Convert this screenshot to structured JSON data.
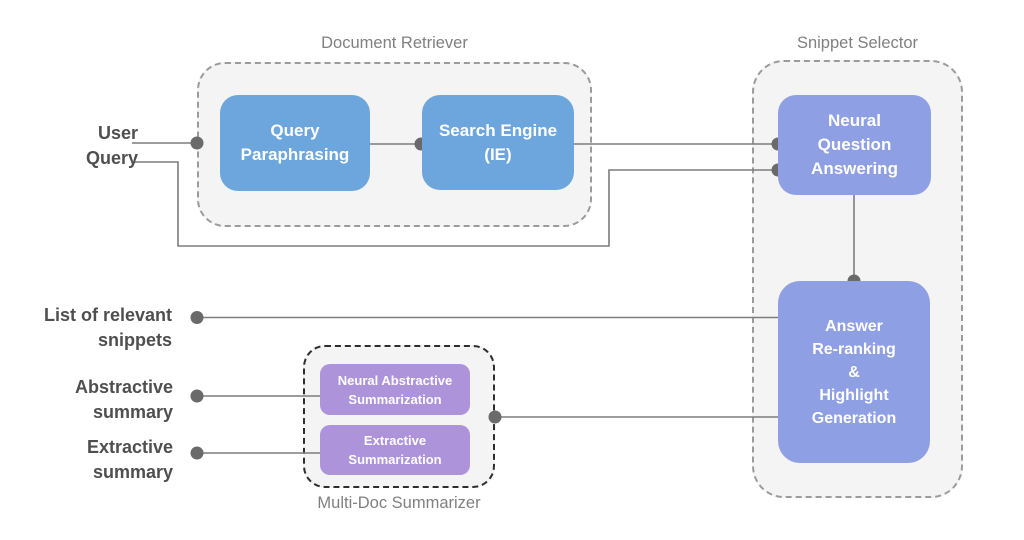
{
  "groups": {
    "document_retriever": {
      "title": "Document Retriever"
    },
    "snippet_selector": {
      "title": "Snippet Selector"
    },
    "multi_doc_summarizer": {
      "title": "Multi-Doc Summarizer"
    }
  },
  "nodes": {
    "query_paraphrasing": {
      "label": "Query\nParaphrasing"
    },
    "search_engine": {
      "label": "Search Engine\n(IE)"
    },
    "neural_question_answering": {
      "label": "Neural\nQuestion\nAnswering"
    },
    "answer_reranking": {
      "label": "Answer\nRe-ranking\n&\nHighlight\nGeneration"
    },
    "neural_abstractive_summarization": {
      "label": "Neural Abstractive\nSummarization"
    },
    "extractive_summarization": {
      "label": "Extractive\nSummarization"
    }
  },
  "io_labels": {
    "user_query": "User\nQuery",
    "list_of_relevant_snippets": "List of relevant\nsnippets",
    "abstractive_summary": "Abstractive\nsummary",
    "extractive_summary": "Extractive\nsummary"
  },
  "connections": [
    {
      "from": "user-query",
      "to": "document-retriever"
    },
    {
      "from": "user-query",
      "to": "neural-question-answering"
    },
    {
      "from": "query-paraphrasing",
      "to": "search-engine"
    },
    {
      "from": "search-engine",
      "to": "neural-question-answering"
    },
    {
      "from": "neural-question-answering",
      "to": "answer-reranking"
    },
    {
      "from": "list-of-relevant-snippets",
      "to": "answer-reranking"
    },
    {
      "from": "answer-reranking",
      "to": "multi-doc-summarizer"
    },
    {
      "from": "neural-abstractive-summarization",
      "to": "abstractive-summary"
    },
    {
      "from": "extractive-summarization",
      "to": "extractive-summary"
    }
  ],
  "colors": {
    "process_blue": "#6ca6dc",
    "process_periwinkle": "#8f9fe3",
    "process_purple": "#ad93da",
    "group_fill": "#f4f4f5",
    "group_border_gray": "#9b9b9b",
    "group_border_dark": "#2e2e2e",
    "connector_gray": "#7d7d7d",
    "dot_gray": "#6a6a6a",
    "group_title_text": "#808080",
    "io_label_text": "#4f4f4f",
    "node_text": "#ffffff"
  }
}
